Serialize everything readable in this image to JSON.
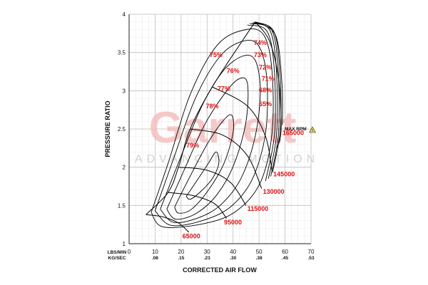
{
  "watermark": {
    "brand": "Garrett",
    "tagline": "ADVANCING MOTION"
  },
  "chart_data": {
    "type": "line",
    "title": "",
    "xlabel": "CORRECTED AIR FLOW",
    "ylabel": "PRESSURE RATIO",
    "x_unit_labels": [
      "LBS/MIN",
      "KG/SEC"
    ],
    "xlim": [
      0,
      70
    ],
    "ylim": [
      1,
      4
    ],
    "x_ticks_lbs": [
      "0",
      "10",
      "20",
      "30",
      "40",
      "50",
      "60",
      "70"
    ],
    "x_ticks_kg": [
      ".08",
      ".15",
      ".23",
      ".30",
      ".38",
      ".45",
      ".53"
    ],
    "y_ticks": [
      "1",
      "1.5",
      "2",
      "2.5",
      "3",
      "3.5",
      "4"
    ],
    "grid": true,
    "colors": {
      "curves": "#000000",
      "labels": "#dd1111",
      "warning": "#e8d24a"
    },
    "surge_line": [
      [
        6.5,
        1.38
      ],
      [
        15,
        1.67
      ],
      [
        19,
        2.0
      ],
      [
        23.5,
        2.5
      ],
      [
        32,
        3.05
      ],
      [
        43.5,
        3.65
      ],
      [
        48.5,
        3.9
      ]
    ],
    "speed_lines": [
      {
        "label": "65000",
        "points": [
          [
            6.5,
            1.38
          ],
          [
            13,
            1.35
          ],
          [
            19,
            1.27
          ],
          [
            23,
            1.15
          ]
        ]
      },
      {
        "label": "95000",
        "points": [
          [
            15,
            1.67
          ],
          [
            24.5,
            1.63
          ],
          [
            33,
            1.52
          ],
          [
            37.5,
            1.33
          ]
        ]
      },
      {
        "label": "115000",
        "points": [
          [
            19,
            2.0
          ],
          [
            30,
            1.96
          ],
          [
            39,
            1.8
          ],
          [
            45,
            1.5
          ]
        ]
      },
      {
        "label": "130000",
        "points": [
          [
            23.5,
            2.5
          ],
          [
            36,
            2.42
          ],
          [
            45.5,
            2.15
          ],
          [
            51,
            1.72
          ]
        ]
      },
      {
        "label": "145000",
        "points": [
          [
            32,
            3.05
          ],
          [
            45.5,
            2.8
          ],
          [
            52.5,
            2.4
          ],
          [
            55,
            1.95
          ]
        ]
      },
      {
        "label": "165000",
        "points": [
          [
            48.5,
            3.9
          ],
          [
            54,
            3.65
          ],
          [
            57.5,
            3.15
          ],
          [
            58.5,
            2.5
          ],
          [
            57,
            2.25
          ]
        ]
      }
    ],
    "efficiency_islands": [
      {
        "label": "79%",
        "points": [
          [
            22,
            1.62
          ],
          [
            26,
            1.82
          ],
          [
            30.5,
            2.05
          ],
          [
            33.5,
            2.2
          ],
          [
            34.5,
            2.05
          ],
          [
            32,
            1.85
          ],
          [
            27.5,
            1.68
          ],
          [
            23.5,
            1.58
          ],
          [
            22,
            1.62
          ]
        ]
      },
      {
        "label": "78%",
        "points": [
          [
            17.5,
            1.48
          ],
          [
            23,
            1.85
          ],
          [
            30,
            2.3
          ],
          [
            36,
            2.6
          ],
          [
            39.5,
            2.68
          ],
          [
            40,
            2.45
          ],
          [
            36.5,
            2.05
          ],
          [
            30.5,
            1.7
          ],
          [
            24,
            1.45
          ],
          [
            19,
            1.4
          ],
          [
            17.5,
            1.48
          ]
        ]
      },
      {
        "label": "77%",
        "points": [
          [
            14.5,
            1.45
          ],
          [
            21,
            1.95
          ],
          [
            29,
            2.55
          ],
          [
            36.5,
            2.95
          ],
          [
            42,
            3.15
          ],
          [
            45.5,
            3.1
          ],
          [
            45,
            2.6
          ],
          [
            40.5,
            2.05
          ],
          [
            34,
            1.65
          ],
          [
            26,
            1.4
          ],
          [
            18,
            1.32
          ],
          [
            14.5,
            1.45
          ]
        ]
      },
      {
        "label": "76%",
        "points": [
          [
            12,
            1.45
          ],
          [
            19.5,
            2.1
          ],
          [
            28,
            2.8
          ],
          [
            36,
            3.25
          ],
          [
            43.5,
            3.45
          ],
          [
            48.5,
            3.4
          ],
          [
            50.5,
            3.0
          ],
          [
            48.5,
            2.4
          ],
          [
            43,
            1.85
          ],
          [
            35,
            1.5
          ],
          [
            26,
            1.33
          ],
          [
            17,
            1.28
          ],
          [
            12,
            1.45
          ]
        ]
      },
      {
        "label": "75%",
        "points": [
          [
            10,
            1.43
          ],
          [
            17,
            2.1
          ],
          [
            25.5,
            2.9
          ],
          [
            35,
            3.45
          ],
          [
            44,
            3.65
          ],
          [
            50,
            3.58
          ],
          [
            53,
            3.15
          ],
          [
            52.5,
            2.45
          ],
          [
            47.5,
            1.85
          ],
          [
            39,
            1.48
          ],
          [
            28,
            1.3
          ],
          [
            16,
            1.24
          ],
          [
            10,
            1.43
          ]
        ]
      },
      {
        "label": "74%",
        "points": [
          [
            8.5,
            1.41
          ],
          [
            15,
            2.05
          ],
          [
            23.5,
            2.95
          ],
          [
            34,
            3.6
          ],
          [
            45,
            3.8
          ],
          [
            52,
            3.72
          ],
          [
            55,
            3.25
          ],
          [
            55,
            2.45
          ],
          [
            50.5,
            1.8
          ],
          [
            41,
            1.42
          ],
          [
            28.5,
            1.26
          ],
          [
            13,
            1.22
          ],
          [
            8.5,
            1.41
          ]
        ]
      },
      {
        "label": "73%",
        "points": [
          [
            45.5,
            3.86
          ],
          [
            53,
            3.78
          ],
          [
            55.8,
            3.3
          ],
          [
            56,
            2.45
          ],
          [
            52.5,
            1.82
          ]
        ]
      },
      {
        "label": "72%",
        "points": [
          [
            46.5,
            3.88
          ],
          [
            54,
            3.8
          ],
          [
            56.6,
            3.3
          ],
          [
            56.8,
            2.45
          ],
          [
            53.6,
            1.85
          ]
        ]
      },
      {
        "label": "71%",
        "points": [
          [
            47.5,
            3.89
          ],
          [
            54.8,
            3.8
          ],
          [
            57.3,
            3.3
          ],
          [
            57.5,
            2.45
          ],
          [
            54.5,
            1.88
          ]
        ]
      },
      {
        "label": "68%",
        "points": [
          [
            48.3,
            3.9
          ],
          [
            55.6,
            3.78
          ],
          [
            58,
            3.25
          ],
          [
            58.2,
            2.5
          ],
          [
            55.2,
            1.93
          ]
        ]
      },
      {
        "label": "65%",
        "points": [
          [
            49,
            3.9
          ],
          [
            56.4,
            3.72
          ],
          [
            58.8,
            3.1
          ],
          [
            59,
            2.55
          ]
        ]
      }
    ],
    "max_rpm": {
      "label": "MAX RPM",
      "speed": "165000"
    }
  }
}
